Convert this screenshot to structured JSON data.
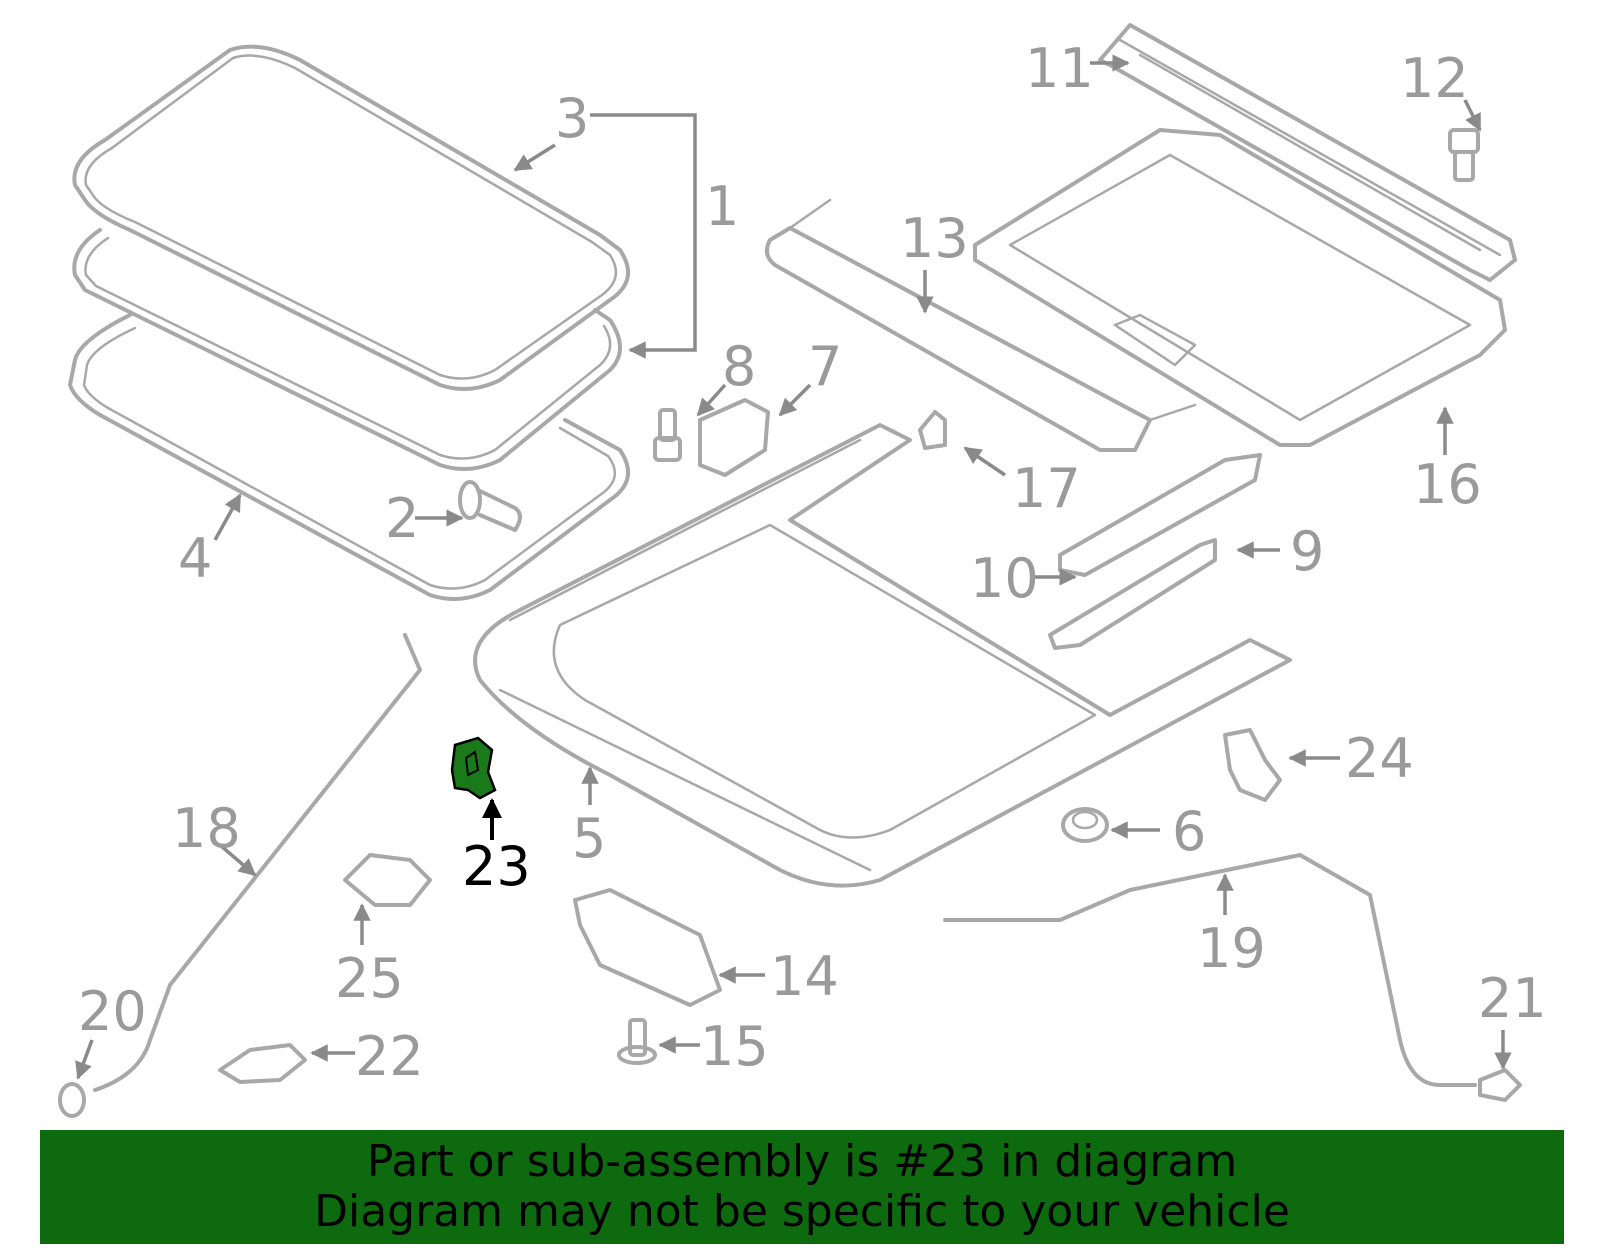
{
  "diagram": {
    "callouts": [
      {
        "id": "1",
        "label": "1"
      },
      {
        "id": "2",
        "label": "2"
      },
      {
        "id": "3",
        "label": "3"
      },
      {
        "id": "4",
        "label": "4"
      },
      {
        "id": "5",
        "label": "5"
      },
      {
        "id": "6",
        "label": "6"
      },
      {
        "id": "7",
        "label": "7"
      },
      {
        "id": "8",
        "label": "8"
      },
      {
        "id": "9",
        "label": "9"
      },
      {
        "id": "10",
        "label": "10"
      },
      {
        "id": "11",
        "label": "11"
      },
      {
        "id": "12",
        "label": "12"
      },
      {
        "id": "13",
        "label": "13"
      },
      {
        "id": "14",
        "label": "14"
      },
      {
        "id": "15",
        "label": "15"
      },
      {
        "id": "16",
        "label": "16"
      },
      {
        "id": "17",
        "label": "17"
      },
      {
        "id": "18",
        "label": "18"
      },
      {
        "id": "19",
        "label": "19"
      },
      {
        "id": "20",
        "label": "20"
      },
      {
        "id": "21",
        "label": "21"
      },
      {
        "id": "22",
        "label": "22"
      },
      {
        "id": "23",
        "label": "23"
      },
      {
        "id": "24",
        "label": "24"
      },
      {
        "id": "25",
        "label": "25"
      }
    ],
    "highlighted_part": "23",
    "colors": {
      "part_outline": "#a8a8a8",
      "callout_text": "#9a9a9a",
      "highlight_fill": "#1a7a1a",
      "banner_background": "#0e6a0e"
    }
  },
  "banner": {
    "line1": "Part or sub-assembly is #23 in diagram",
    "line2": "Diagram may not be specific to your vehicle"
  }
}
